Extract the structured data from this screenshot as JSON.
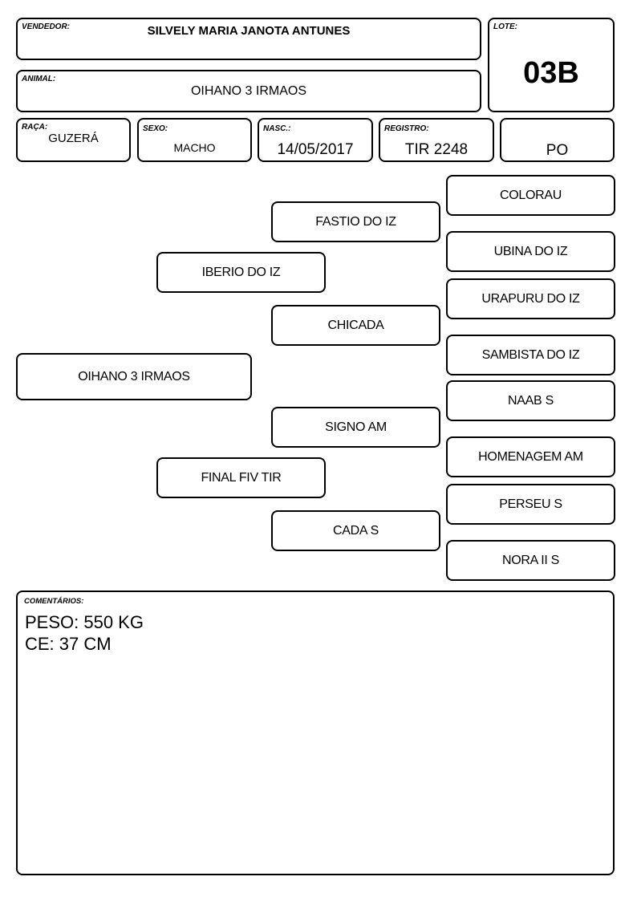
{
  "header": {
    "vendedor_label": "VENDEDOR:",
    "vendedor": "SILVELY MARIA JANOTA ANTUNES",
    "lote_label": "LOTE:",
    "lote": "03B",
    "animal_label": "ANIMAL:",
    "animal": "OIHANO 3 IRMAOS"
  },
  "info": {
    "raca_label": "RAÇA:",
    "raca": "GUZERÁ",
    "sexo_label": "SEXO:",
    "sexo": "MACHO",
    "nasc_label": "NASC.:",
    "nasc": "14/05/2017",
    "registro_label": "REGISTRO:",
    "registro": "TIR 2248",
    "categoria": "PO"
  },
  "pedigree": {
    "animal": "OIHANO 3 IRMAOS",
    "sire": "IBERIO DO IZ",
    "dam": "FINAL FIV TIR",
    "sire_sire": "FASTIO DO IZ",
    "sire_dam": "CHICADA",
    "dam_sire": "SIGNO AM",
    "dam_dam": "CADA S",
    "ggp": [
      "COLORAU",
      "UBINA DO IZ",
      "URAPURU DO IZ",
      "SAMBISTA DO IZ",
      "NAAB S",
      "HOMENAGEM AM",
      "PERSEU S",
      "NORA II S"
    ]
  },
  "comments": {
    "label": "COMENTÁRIOS:",
    "lines": [
      "PESO: 550 KG",
      "CE: 37 CM"
    ]
  }
}
